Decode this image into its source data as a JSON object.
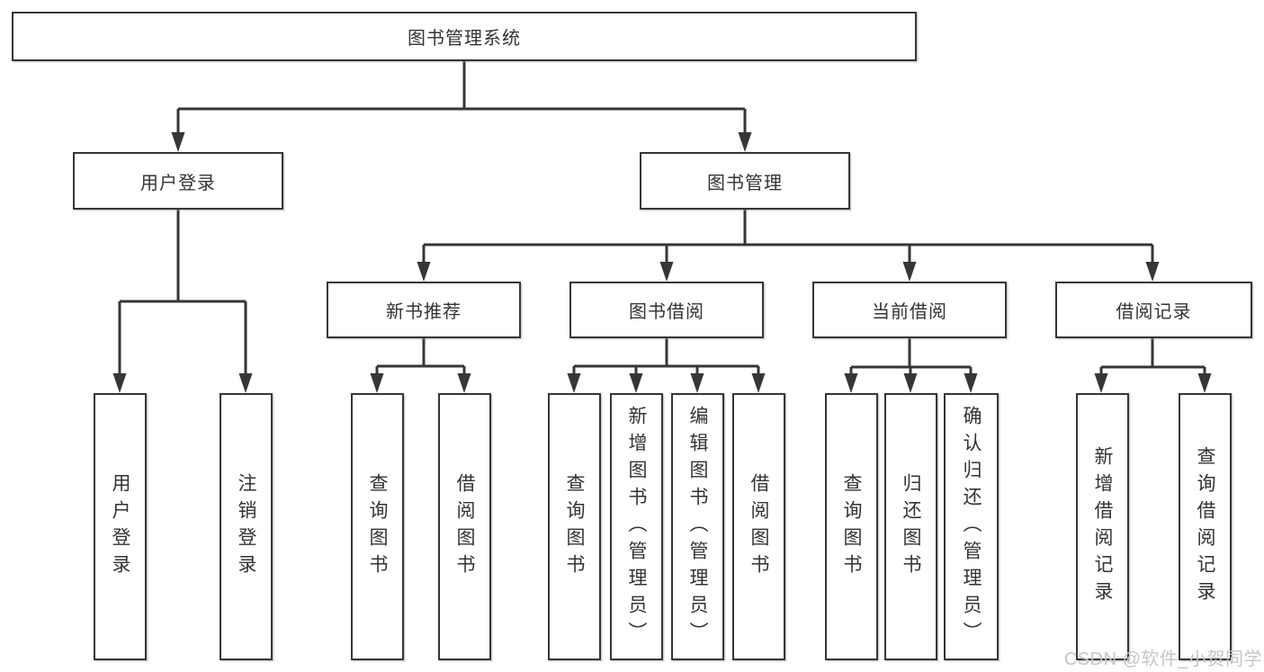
{
  "tree": {
    "label": "图书管理系统",
    "children": [
      {
        "label": "用户登录",
        "children": [
          {
            "label": "用户登录"
          },
          {
            "label": "注销登录"
          }
        ]
      },
      {
        "label": "图书管理",
        "children": [
          {
            "label": "新书推荐",
            "children": [
              {
                "label": "查询图书"
              },
              {
                "label": "借阅图书"
              }
            ]
          },
          {
            "label": "图书借阅",
            "children": [
              {
                "label": "查询图书"
              },
              {
                "label": "新增图书（管理员）"
              },
              {
                "label": "编辑图书（管理员）"
              },
              {
                "label": "借阅图书"
              }
            ]
          },
          {
            "label": "当前借阅",
            "children": [
              {
                "label": "查询图书"
              },
              {
                "label": "归还图书"
              },
              {
                "label": "确认归还（管理员）"
              }
            ]
          },
          {
            "label": "借阅记录",
            "children": [
              {
                "label": "新增借阅记录"
              },
              {
                "label": "查询借阅记录"
              }
            ]
          }
        ]
      }
    ]
  },
  "watermark": "CSDN @软件_小贺同学",
  "colors": {
    "line": "#363636",
    "text": "#333333",
    "watermark": "#c6c6c6",
    "background": "#ffffff"
  }
}
